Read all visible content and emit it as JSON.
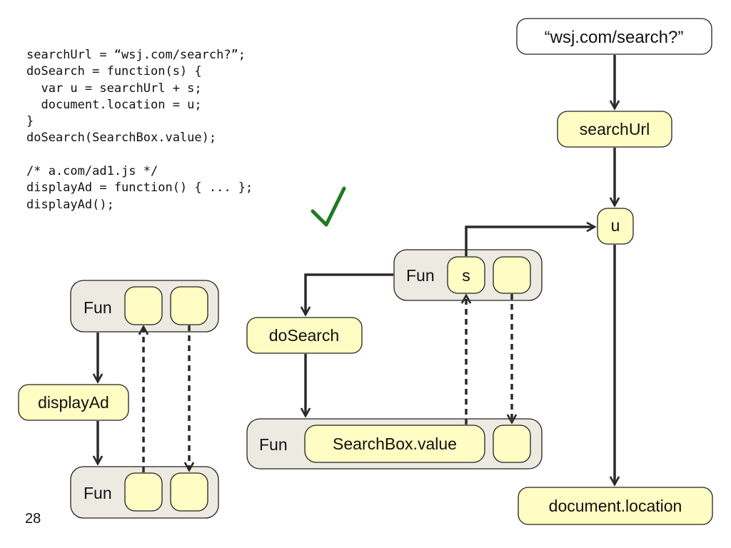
{
  "code": {
    "lines": [
      "searchUrl = “wsj.com/search?”;",
      "doSearch = function(s) {",
      "  var u = searchUrl + s;",
      "  document.location = u;",
      "}",
      "doSearch(SearchBox.value);",
      "",
      "/* a.com/ad1.js */",
      "displayAd = function() { ... };",
      "displayAd();"
    ]
  },
  "checkmark": {
    "icon": "checkmark-icon",
    "color": "#1e7b1e"
  },
  "page_number": "28",
  "diagram": {
    "left": {
      "fun_top_label": "Fun",
      "display_ad": "displayAd",
      "fun_bottom_label": "Fun"
    },
    "middle": {
      "fun_top_label": "Fun",
      "param_s": "s",
      "do_search": "doSearch",
      "fun_bottom_label": "Fun",
      "search_box_value": "SearchBox.value"
    },
    "right": {
      "wsj_string": "“wsj.com/search?”",
      "search_url": "searchUrl",
      "u": "u",
      "document_location": "document.location"
    }
  }
}
